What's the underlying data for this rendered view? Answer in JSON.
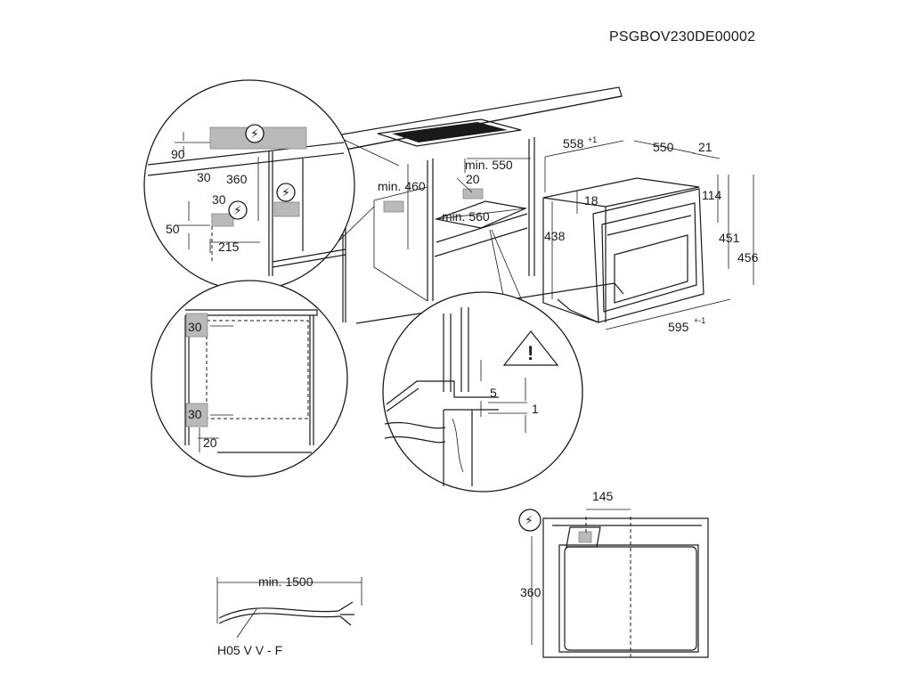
{
  "document_code": "PSGBOV230DE00002",
  "electric_symbol": "⚡",
  "warning_symbol": "!",
  "dimensions": {
    "d558": "558",
    "d558_tol": "+1",
    "d550": "550",
    "d21": "21",
    "d18": "18",
    "d114": "114",
    "d438": "438",
    "d451": "451",
    "d456": "456",
    "d595": "595",
    "d595_tol": "+-1",
    "min550": "min. 550",
    "min460": "min. 460",
    "d20_top": "20",
    "min560": "min. 560",
    "d90": "90",
    "d30_a": "30",
    "d360_a": "360",
    "d30_b": "30",
    "d50": "50",
    "d215": "215",
    "d30_c": "30",
    "d30_d": "30",
    "d20_b": "20",
    "d5": "5",
    "d1": "1",
    "d145": "145",
    "d360_b": "360",
    "min1500": "min. 1500"
  },
  "cable_label": "H05 V V - F"
}
